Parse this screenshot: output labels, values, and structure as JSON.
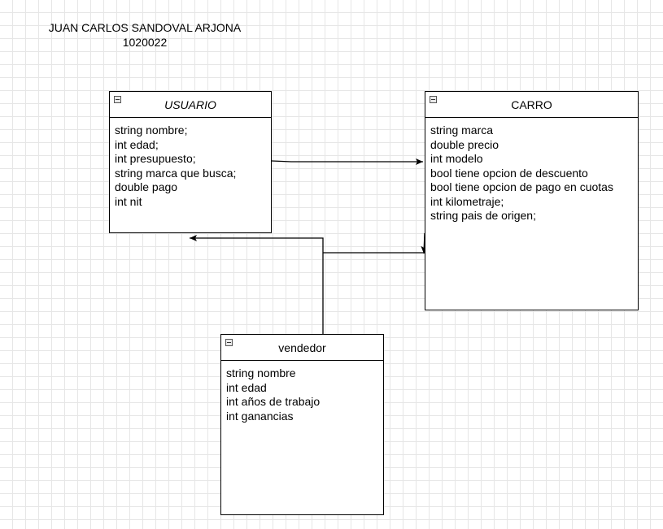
{
  "author": {
    "name": "JUAN CARLOS SANDOVAL ARJONA",
    "id": "1020022"
  },
  "classes": {
    "usuario": {
      "name": "USUARIO",
      "attributes": [
        "string nombre;",
        "int edad;",
        "int presupuesto;",
        "string marca que busca;",
        "double pago",
        "int nit"
      ]
    },
    "carro": {
      "name": "CARRO",
      "attributes": [
        "string marca",
        "double precio",
        "int modelo",
        "bool tiene opcion de descuento",
        "bool tiene opcion de pago en cuotas",
        "int kilometraje;",
        "string pais de origen;"
      ]
    },
    "vendedor": {
      "name": "vendedor",
      "attributes": [
        "string nombre",
        "int edad",
        "int años de trabajo",
        "int ganancias"
      ]
    }
  },
  "colors": {
    "grid": "#e6e6e6",
    "line": "#000000",
    "box_fill": "#ffffff"
  },
  "icons": {
    "collapse": "collapse-minus-icon",
    "arrowhead": "filled-arrowhead"
  }
}
